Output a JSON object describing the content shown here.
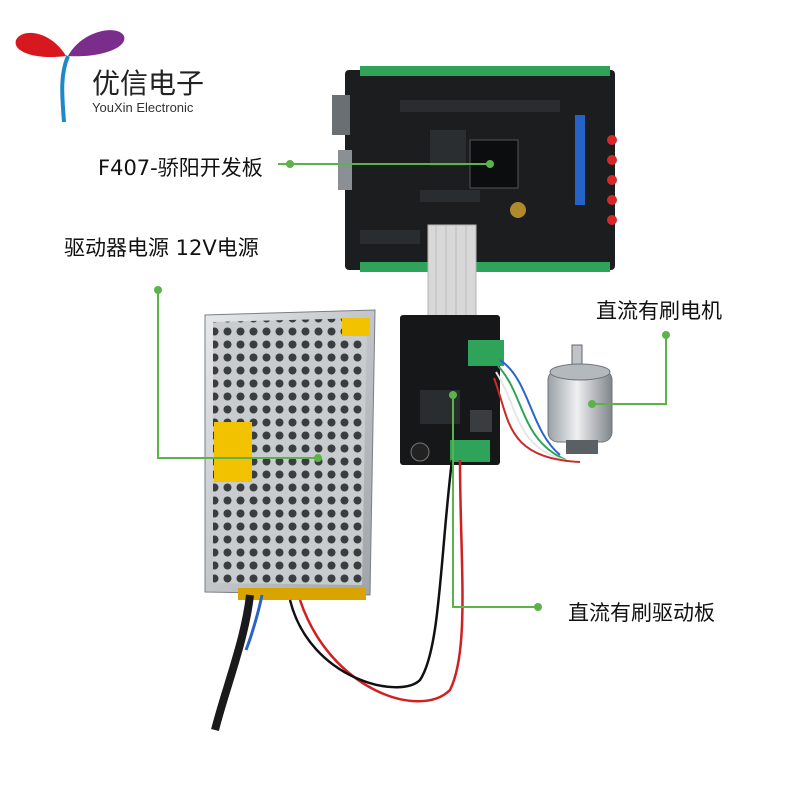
{
  "brand": {
    "name_cn": "优信电子",
    "name_en": "YouXin Electronic",
    "logo_icon": "sprout-logo-icon",
    "colors": {
      "left_leaf": "#d7191f",
      "right_leaf": "#7b2d8c"
    }
  },
  "labels": {
    "dev_board": "F407-骄阳开发板",
    "power_supply": "驱动器电源  12V电源",
    "dc_motor": "直流有刷电机",
    "dc_driver": "直流有刷驱动板"
  },
  "accent_color": "#5bb34a",
  "components": [
    {
      "name": "development-board"
    },
    {
      "name": "switching-power-supply"
    },
    {
      "name": "driver-board"
    },
    {
      "name": "dc-motor"
    }
  ]
}
